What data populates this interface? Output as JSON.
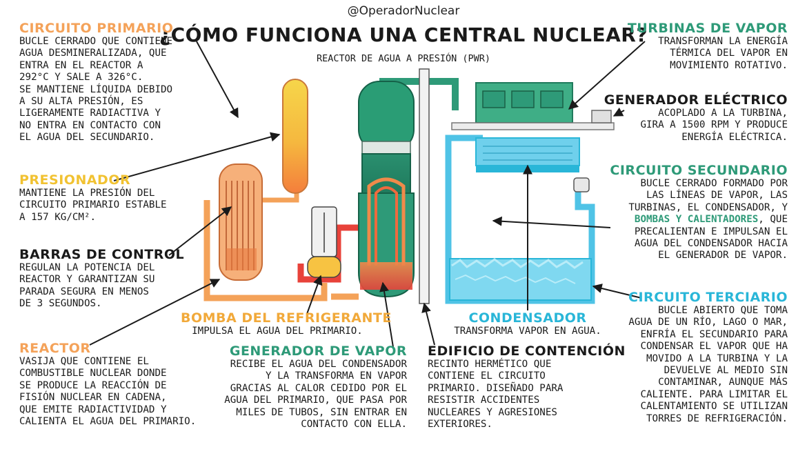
{
  "header": {
    "handle": "@OperadorNuclear",
    "title": "¿CÓMO FUNCIONA UNA CENTRAL NUCLEAR?",
    "subtitle": "REACTOR DE AGUA A PRESIÓN (PWR)"
  },
  "colors": {
    "primary": "#f4a259",
    "presionador": "#f1c232",
    "secondary": "#2e9a78",
    "tertiary": "#29b6d8",
    "dark": "#1a1a1a"
  },
  "labels": {
    "circuito_primario": {
      "title": "CIRCUITO PRIMARIO",
      "text": "BUCLE CERRADO QUE CONTIENE\nAGUA DESMINERALIZADA, QUE\nENTRA EN EL REACTOR A\n292°C Y SALE A 326°C.\nSE MANTIENE LÍQUIDA DEBIDO\nA SU ALTA PRESIÓN, ES\nLIGERAMENTE RADIACTIVA Y\nNO ENTRA EN CONTACTO CON\nEL AGUA DEL SECUNDARIO."
    },
    "presionador": {
      "title": "PRESIONADOR",
      "text": "MANTIENE LA PRESIÓN DEL\nCIRCUITO PRIMARIO ESTABLE\nA 157 kg/cm²."
    },
    "barras_control": {
      "title": "BARRAS DE CONTROL",
      "text": "REGULAN LA POTENCIA DEL\nREACTOR Y GARANTIZAN SU\nPARADA SEGURA EN MENOS\nDE 3 SEGUNDOS."
    },
    "reactor": {
      "title": "REACTOR",
      "text": "VASIJA QUE CONTIENE EL\nCOMBUSTIBLE NUCLEAR DONDE\nSE PRODUCE LA REACCIÓN DE\nFISIÓN NUCLEAR EN CADENA,\nQUE EMITE RADIACTIVIDAD Y\nCALIENTA EL AGUA DEL PRIMARIO."
    },
    "bomba": {
      "title": "BOMBA DEL REFRIGERANTE",
      "text": "IMPULSA EL AGUA DEL PRIMARIO."
    },
    "generador_vapor": {
      "title": "GENERADOR DE VAPOR",
      "text": "RECIBE EL AGUA DEL CONDENSADOR\nY LA TRANSFORMA EN VAPOR\nGRACIAS AL CALOR CEDIDO POR EL\nAGUA DEL PRIMARIO, QUE PASA POR\nMILES DE TUBOS, SIN ENTRAR EN\nCONTACTO CON ELLA."
    },
    "edificio": {
      "title": "EDIFICIO DE CONTENCIÓN",
      "text": "RECINTO HERMÉTICO QUE\nCONTIENE EL CIRCUITO\nPRIMARIO. DISEÑADO PARA\nRESISTIR ACCIDENTES\nNUCLEARES Y AGRESIONES\nEXTERIORES."
    },
    "condensador": {
      "title": "CONDENSADOR",
      "text": "TRANSFORMA VAPOR EN AGUA."
    },
    "turbinas": {
      "title": "TURBINAS DE VAPOR",
      "text": "TRANSFORMAN LA ENERGÍA\nTÉRMICA DEL VAPOR EN\nMOVIMIENTO ROTATIVO."
    },
    "generador_electrico": {
      "title": "GENERADOR ELÉCTRICO",
      "text": "ACOPLADO A LA TURBINA,\nGIRA A 1500 rpm Y PRODUCE\nENERGÍA ELÉCTRICA."
    },
    "circuito_secundario": {
      "title": "CIRCUITO SECUNDARIO",
      "text_before": "BUCLE CERRADO FORMADO POR\nLAS LÍNEAS DE VAPOR, LAS\nTURBINAS, EL CONDENSADOR, Y\n",
      "text_emphasis": "BOMBAS Y CALENTADORES",
      "text_after": ", QUE\nPRECALIENTAN E IMPULSAN EL\nAGUA DEL CONDENSADOR HACIA\nEL GENERADOR DE VAPOR."
    },
    "circuito_terciario": {
      "title": "CIRCUITO TERCIARIO",
      "text": "BUCLE ABIERTO QUE TOMA\nAGUA DE UN RÍO, LAGO O MAR,\nENFRÍA EL SECUNDARIO PARA\nCONDENSAR EL VAPOR QUE HA\nMOVIDO A LA TURBINA Y LA\nDEVUELVE AL MEDIO SIN\nCONTAMINAR, AUNQUE MÁS\nCALIENTE. PARA LIMITAR EL\nCALENTAMIENTO SE UTILIZAN\nTORRES DE REFRIGERACIÓN."
    }
  }
}
